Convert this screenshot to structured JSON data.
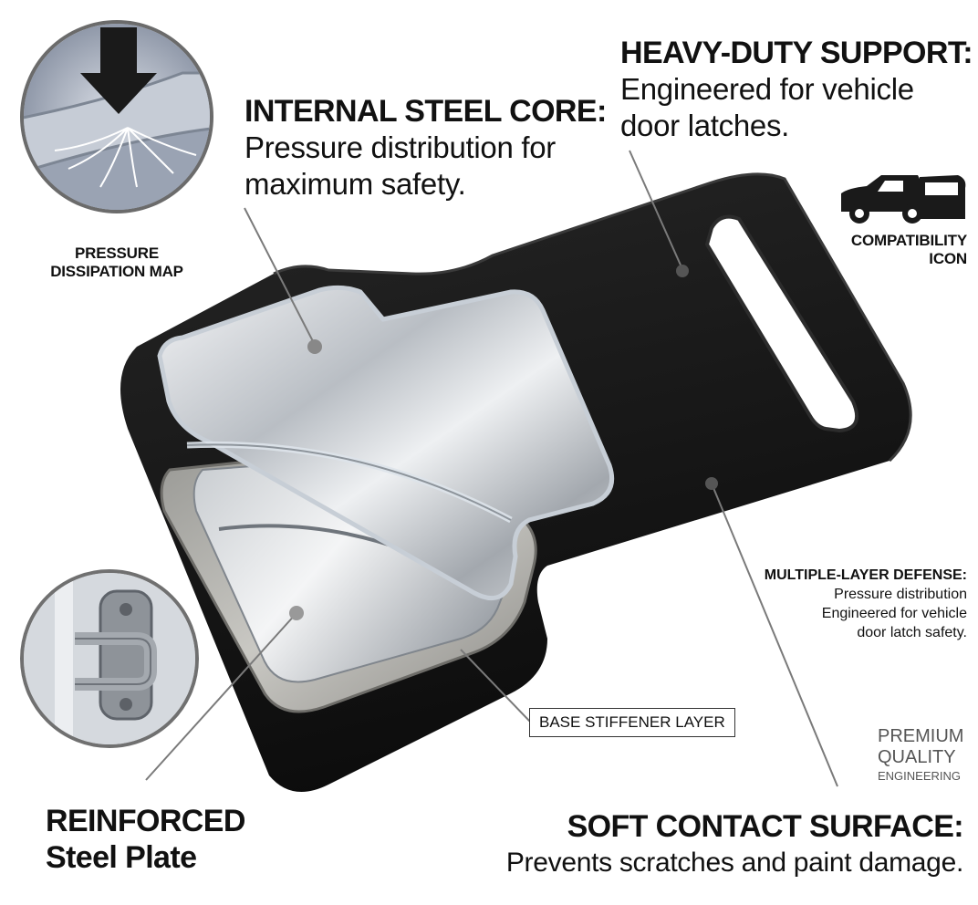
{
  "callouts": {
    "core": {
      "title": "INTERNAL STEEL CORE:",
      "line1": "Pressure distribution for",
      "line2": "maximum safety."
    },
    "heavy": {
      "title": "HEAVY-DUTY SUPPORT:",
      "line1": "Engineered for vehicle",
      "line2": "door latches."
    },
    "pressure_map": {
      "line1": "PRESSURE",
      "line2": "DISSIPATION MAP"
    },
    "compat": {
      "line1": "COMPATIBILITY",
      "line2": "ICON"
    },
    "multi": {
      "title": "MULTIPLE-LAYER DEFENSE:",
      "line1": "Pressure distribution",
      "line2": "Engineered for vehicle",
      "line3": "door latch safety."
    },
    "base": {
      "label": "BASE STIFFENER LAYER"
    },
    "quality": {
      "line1": "PREMIUM",
      "line2": "QUALITY",
      "line3": "ENGINEERING"
    },
    "reinforced": {
      "line1": "REINFORCED",
      "line2": "Steel Plate"
    },
    "soft": {
      "title": "SOFT CONTACT SURFACE:",
      "line1": "Prevents scratches and paint damage."
    }
  },
  "colors": {
    "pad": "#141414",
    "steel_light": "#e8eaed",
    "steel_dark": "#8a8f96",
    "leader": "#7a7a7a"
  },
  "icons": [
    "pressure-map-icon",
    "car-compatibility-icon",
    "door-latch-icon"
  ]
}
